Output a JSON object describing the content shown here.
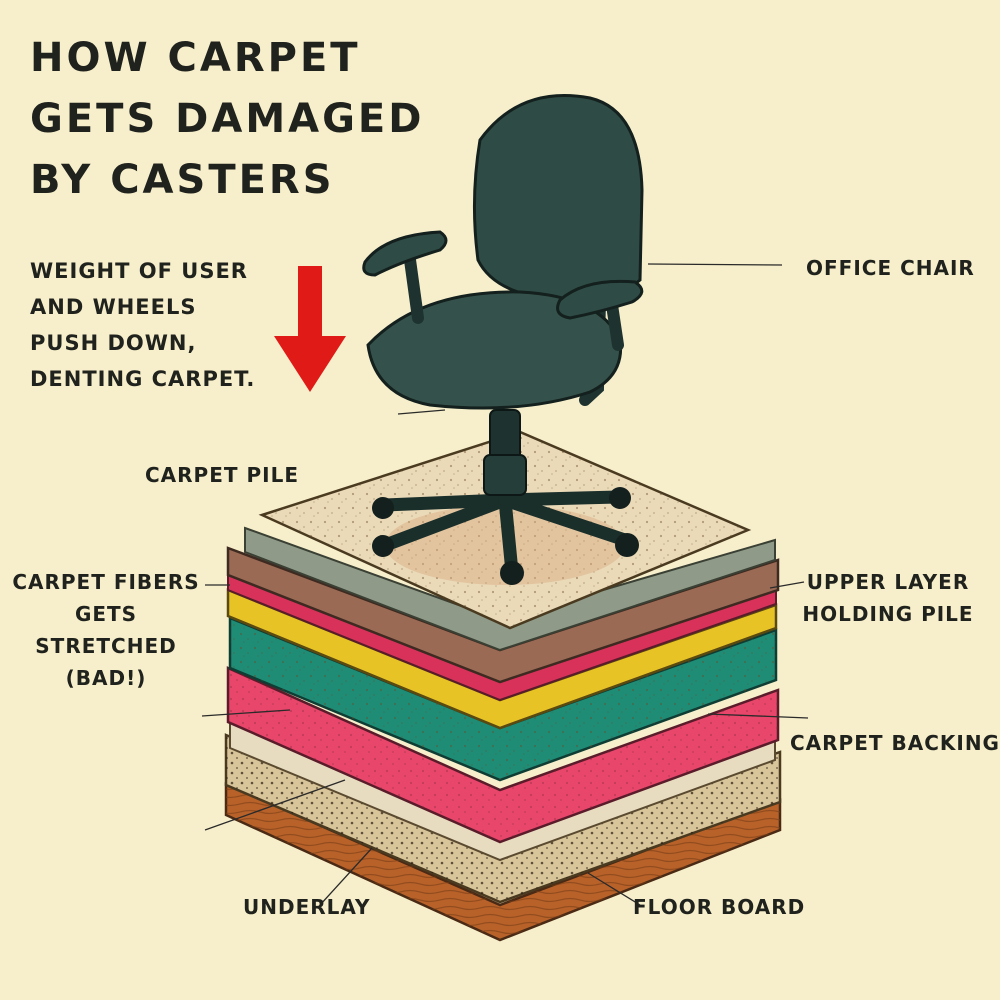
{
  "title_lines": [
    "HOW CARPET",
    "GETS DAMAGED",
    "BY CASTERS"
  ],
  "weight_note": [
    "WEIGHT OF USER",
    "AND WHEELS",
    "PUSH DOWN,",
    "DENTING CARPET."
  ],
  "labels": {
    "office_chair": "OFFICE CHAIR",
    "carpet_pile": "CARPET PILE",
    "carpet_fibers": [
      "CARPET FIBERS",
      "GETS",
      "STRETCHED",
      "(BAD!)"
    ],
    "upper_layer": [
      "UPPER LAYER",
      "HOLDING PILE"
    ],
    "carpet_backing": "CARPET BACKING",
    "underlay": "UNDERLAY",
    "floor_board": "FLOOR BOARD"
  },
  "colors": {
    "background": "#f7efcb",
    "arrow": "#e01a17",
    "chair": "#2f4b45",
    "pile": "#eadab8",
    "teal_layer": "#1f8c75",
    "pink_layer": "#e8466a",
    "yellow_layer": "#e8c326",
    "floor_board": "#b8622a"
  }
}
